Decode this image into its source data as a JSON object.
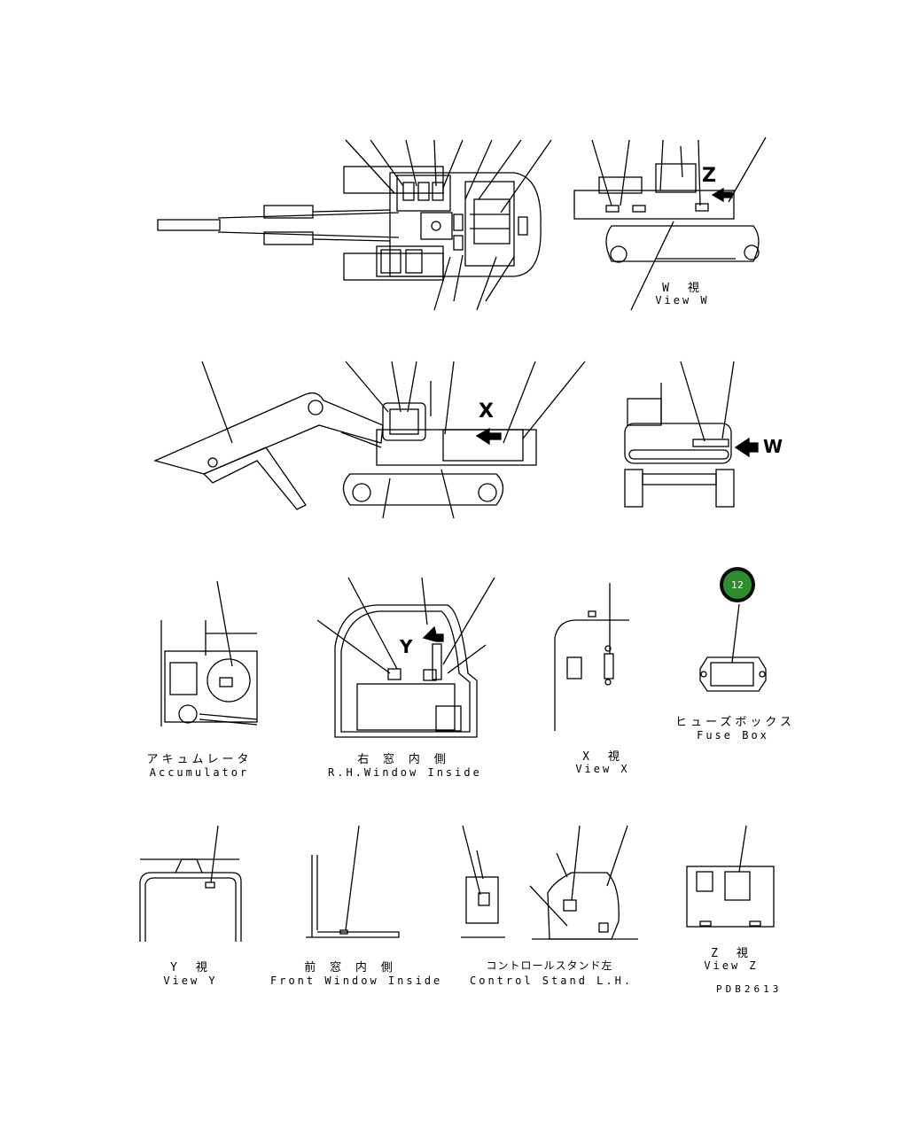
{
  "views": {
    "view_w": {
      "jp": "W　視",
      "en": "View W"
    },
    "accumulator": {
      "jp": "アキュムレータ",
      "en": "Accumulator"
    },
    "rh_window": {
      "jp": "右 窓 内 側",
      "en": "R.H.Window Inside"
    },
    "view_x": {
      "jp": "X　視",
      "en": "View X"
    },
    "fuse_box": {
      "jp": "ヒューズボックス",
      "en": "Fuse Box"
    },
    "view_y": {
      "jp": "Y　視",
      "en": "View Y"
    },
    "front_window": {
      "jp": "前 窓 内 側",
      "en": "Front Window Inside"
    },
    "control_stand": {
      "jp": "コントロールスタンド左",
      "en": "Control Stand L.H."
    },
    "view_z": {
      "jp": "Z　視",
      "en": "View Z"
    }
  },
  "markers": {
    "z": "Z",
    "x": "X",
    "w": "W",
    "y": "Y"
  },
  "callout": {
    "number": "12",
    "color": "#2e8b2e"
  },
  "drawing_code": "PDB2613"
}
